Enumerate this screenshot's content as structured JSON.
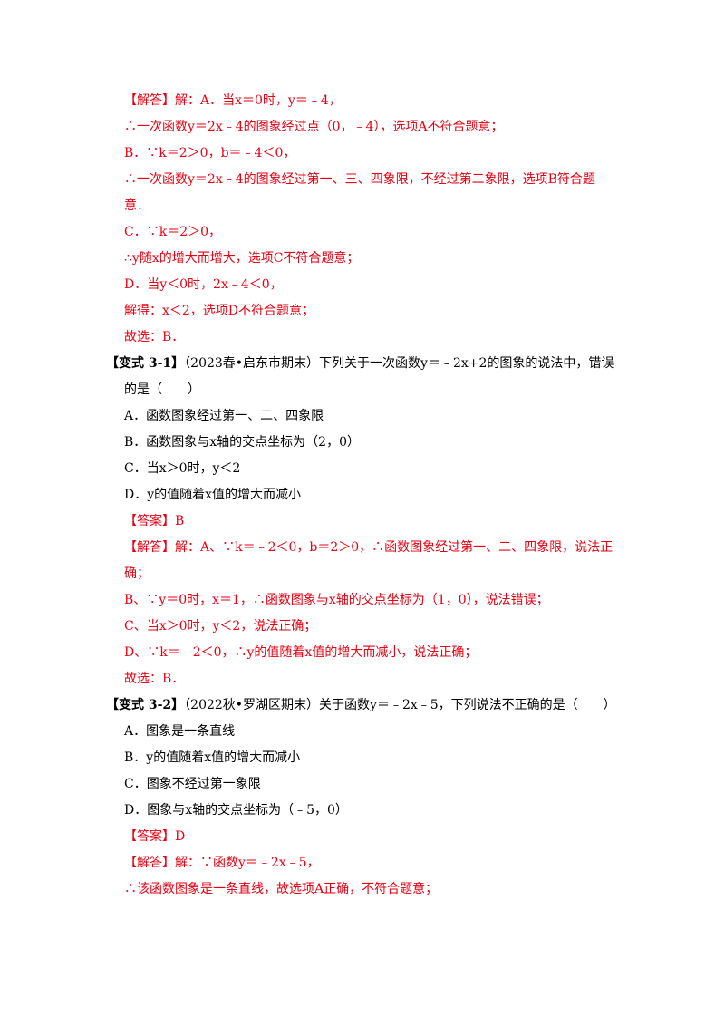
{
  "colors": {
    "answer_red": "#e60012",
    "text_black": "#000000"
  },
  "section1": {
    "lines": [
      "【解答】解：A．当x＝0时，y＝﹣4，",
      "∴一次函数y＝2x﹣4的图象经过点（0，﹣4），选项A不符合题意；",
      "B．∵k＝2＞0，b＝﹣4＜0，",
      "∴一次函数y＝2x﹣4的图象经过第一、三、四象限，不经过第二象限，选项B符合题",
      "意．",
      "C．∵k＝2＞0，",
      "∴y随x的增大而增大，选项C不符合题意；",
      "D．当y＜0时，2x﹣4＜0，",
      "解得：x＜2，选项D不符合题意；",
      "故选：B．"
    ]
  },
  "variant31": {
    "tag": "【变式 3-1】",
    "question_line1": "（2023春•启东市期末）下列关于一次函数y＝﹣2x+2的图象的说法中，错误",
    "question_line2": "的是（　　）",
    "options": [
      "A．函数图象经过第一、二、四象限",
      "B．函数图象与x轴的交点坐标为（2，0）",
      "C．当x＞0时，y＜2",
      "D．y的值随着x值的增大而减小"
    ],
    "answer": "【答案】B",
    "solution": [
      "【解答】解：A、∵k＝﹣2＜0，b＝2＞0，∴函数图象经过第一、二、四象限，说法正",
      "确；",
      "B、∵y＝0时，x＝1，∴函数图象与x轴的交点坐标为（1，0），说法错误；",
      "C、当x＞0时，y＜2，说法正确；",
      "D、∵k＝﹣2＜0，∴y的值随着x值的增大而减小，说法正确；",
      "故选：B．"
    ]
  },
  "variant32": {
    "tag": "【变式 3-2】",
    "question_line1": "（2022秋•罗湖区期末）关于函数y＝﹣2x﹣5，下列说法不正确的是（　　）",
    "options": [
      "A．图象是一条直线",
      "B．y的值随着x值的增大而减小",
      "C．图象不经过第一象限",
      "D．图象与x轴的交点坐标为（﹣5，0）"
    ],
    "answer": "【答案】D",
    "solution": [
      "【解答】解：∵函数y＝﹣2x﹣5，",
      "∴该函数图象是一条直线，故选项A正确，不符合题意；"
    ]
  }
}
